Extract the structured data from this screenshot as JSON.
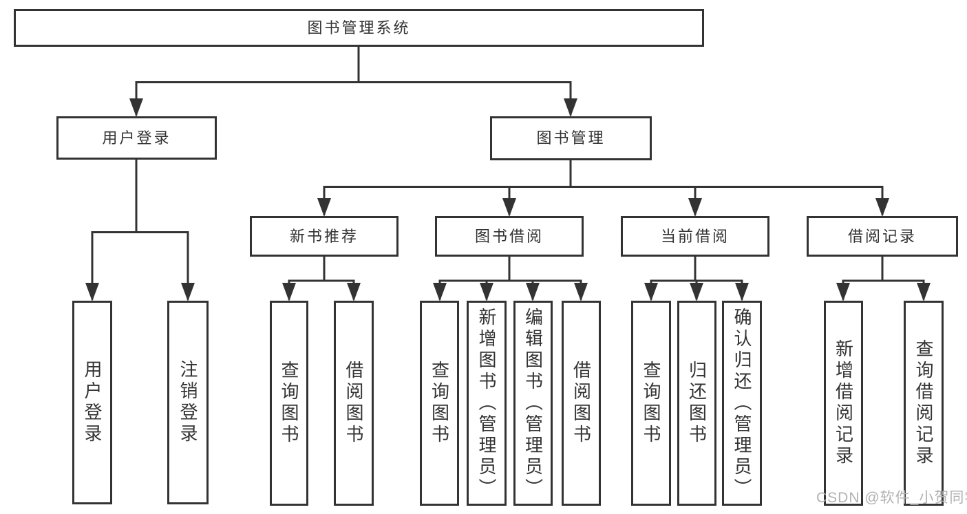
{
  "diagram": {
    "type": "tree",
    "root": {
      "label": "图书管理系统"
    },
    "branches": [
      {
        "label": "用户登录"
      },
      {
        "label": "图书管理"
      }
    ],
    "modules": [
      {
        "label": "新书推荐"
      },
      {
        "label": "图书借阅"
      },
      {
        "label": "当前借阅"
      },
      {
        "label": "借阅记录"
      }
    ],
    "leaves": [
      {
        "label": "用户登录"
      },
      {
        "label": "注销登录"
      },
      {
        "label": "查询图书"
      },
      {
        "label": "借阅图书"
      },
      {
        "label": "查询图书"
      },
      {
        "label": "新增图书（管理员）"
      },
      {
        "label": "编辑图书（管理员）"
      },
      {
        "label": "借阅图书"
      },
      {
        "label": "查询图书"
      },
      {
        "label": "归还图书"
      },
      {
        "label": "确认归还（管理员）"
      },
      {
        "label": "新增借阅记录"
      },
      {
        "label": "查询借阅记录"
      }
    ],
    "structure": {
      "图书管理系统": [
        "用户登录",
        "图书管理"
      ],
      "用户登录": [
        "用户登录",
        "注销登录"
      ],
      "图书管理": [
        "新书推荐",
        "图书借阅",
        "当前借阅",
        "借阅记录"
      ],
      "新书推荐": [
        "查询图书",
        "借阅图书"
      ],
      "图书借阅": [
        "查询图书",
        "新增图书（管理员）",
        "编辑图书（管理员）",
        "借阅图书"
      ],
      "当前借阅": [
        "查询图书",
        "归还图书",
        "确认归还（管理员）"
      ],
      "借阅记录": [
        "新增借阅记录",
        "查询借阅记录"
      ]
    },
    "watermark": "CSDN @软件_小贺同学",
    "colors": {
      "line": "#333333",
      "box_border": "#333333",
      "box_fill": "#ffffff",
      "text": "#333333",
      "watermark": "#b2b2b2",
      "background": "#ffffff"
    }
  }
}
